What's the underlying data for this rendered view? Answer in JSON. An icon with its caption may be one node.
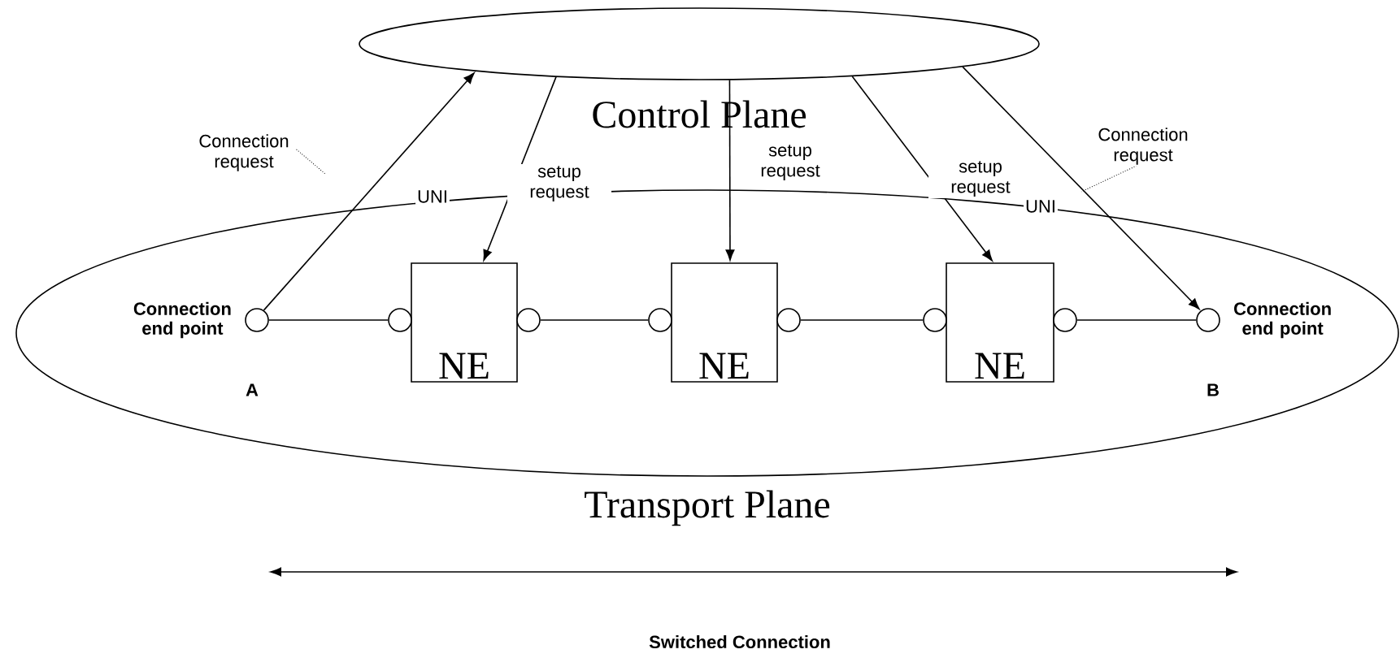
{
  "diagram": {
    "nodes": [
      {
        "text": [
          "Control Plane"
        ]
      },
      {
        "text": [
          "Transport Plane"
        ]
      },
      {
        "text": [
          "Connection end point"
        ],
        "beside": [
          "A"
        ],
        "in": 1
      },
      {
        "text": [],
        "shape": "circle",
        "in": 1
      },
      {
        "text": [
          "NE"
        ],
        "in": 1
      },
      {
        "text": [],
        "shape": "circle",
        "in": 1
      },
      {
        "text": [],
        "shape": "circle",
        "in": 1
      },
      {
        "text": [
          "NE"
        ],
        "in": 1
      },
      {
        "text": [],
        "shape": "circle",
        "in": 1
      },
      {
        "text": [],
        "shape": "circle",
        "in": 1
      },
      {
        "text": [
          "NE"
        ],
        "in": 1
      },
      {
        "text": [],
        "shape": "circle",
        "in": 1
      },
      {
        "text": [
          "Connection end point"
        ],
        "beside": [
          "B"
        ],
        "in": 1
      }
    ],
    "edges": [
      {
        "from": 2,
        "to": 3,
        "arrow": "none"
      },
      {
        "from": 5,
        "to": 6,
        "arrow": "none"
      },
      {
        "from": 8,
        "to": 9,
        "arrow": "none"
      },
      {
        "from": 11,
        "to": 12,
        "arrow": "none"
      },
      {
        "from": 2,
        "to": 0,
        "arrow": "to",
        "label": "Connection request"
      },
      {
        "from": 0,
        "to": 4,
        "arrow": "to",
        "label": "setup request"
      },
      {
        "from": 0,
        "to": 7,
        "arrow": "to",
        "label": "setup request"
      },
      {
        "from": 0,
        "to": 10,
        "arrow": "to",
        "label": "setup request"
      },
      {
        "from": 0,
        "to": 12,
        "arrow": "to",
        "label": "Connection request"
      }
    ],
    "labels": [
      "UNI",
      "UNI",
      "Switched Connection"
    ]
  }
}
